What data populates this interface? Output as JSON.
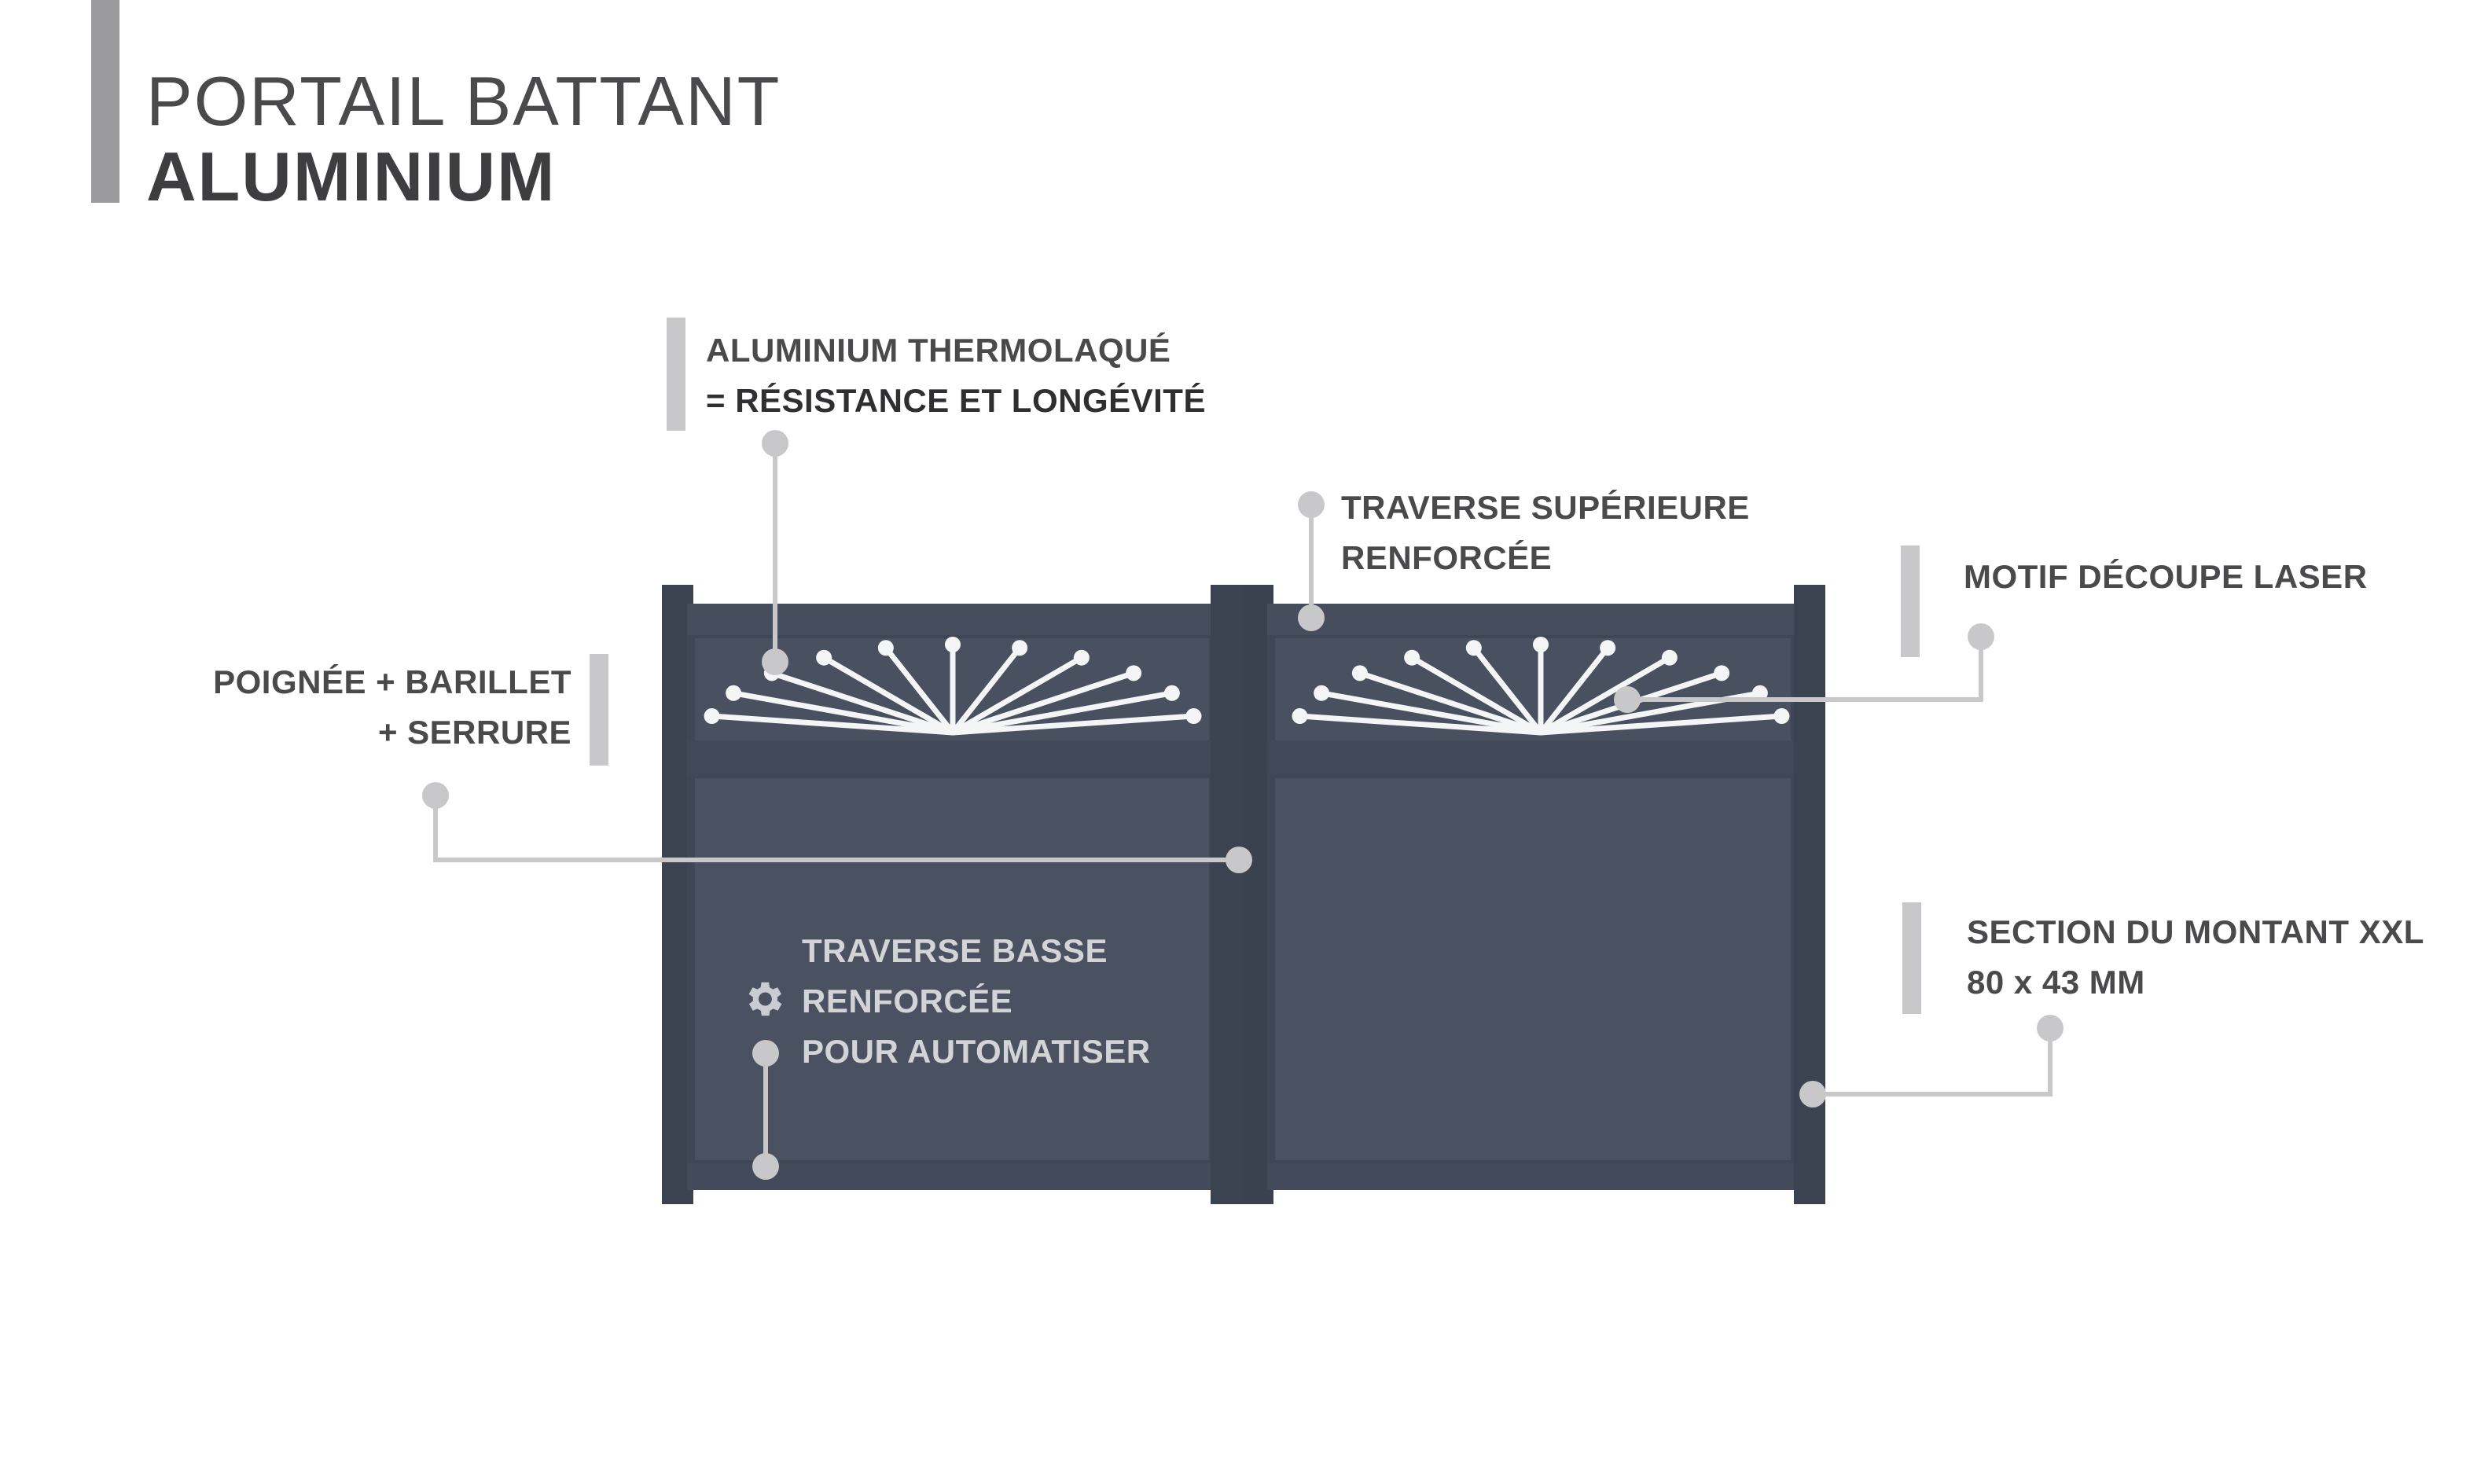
{
  "title": {
    "line1": "PORTAIL BATTANT",
    "line2": "ALUMINIUM"
  },
  "callouts": {
    "aluminium": {
      "line1": "ALUMINIUM THERMOLAQUÉ",
      "line2": "= RÉSISTANCE ET LONGÉVITÉ"
    },
    "traverse_superieure": {
      "line1": "TRAVERSE SUPÉRIEURE",
      "line2": "RENFORCÉE"
    },
    "motif": {
      "line1": "MOTIF DÉCOUPE LASER"
    },
    "poignee": {
      "line1": "POIGNÉE + BARILLET",
      "line2": "+ SERRURE"
    },
    "section": {
      "line1": "SECTION DU MONTANT XXL",
      "line2": "80 x 43 MM"
    },
    "traverse_basse": {
      "line1": "TRAVERSE BASSE",
      "line2": "RENFORCÉE",
      "line3": "POUR AUTOMATISER"
    }
  },
  "colors": {
    "gate_panel": "#4a5261",
    "gate_frame": "#3e4553",
    "callout_line": "#c8c8ca",
    "title_bar": "#9b9b9e",
    "motif": "#f4f5f7"
  },
  "icons": {
    "automation": "gear-icon"
  }
}
